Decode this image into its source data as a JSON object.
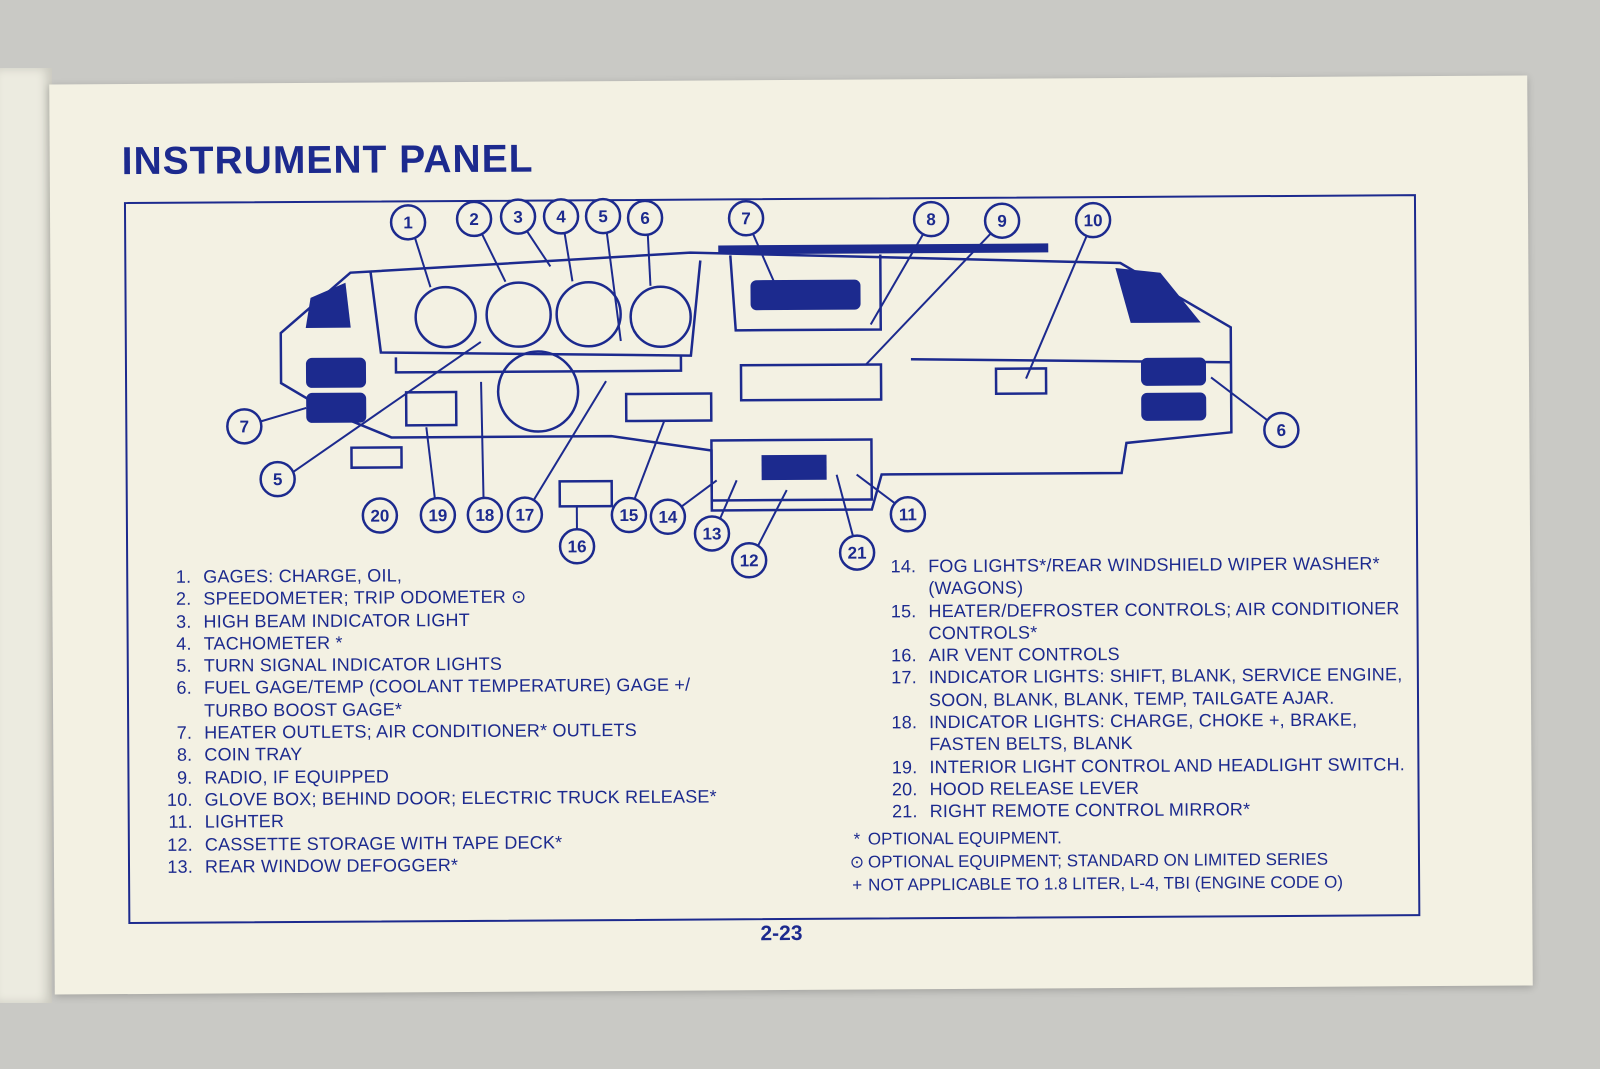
{
  "title": "INSTRUMENT PANEL",
  "page_number": "2-23",
  "callouts": [
    "1",
    "2",
    "3",
    "4",
    "5",
    "6",
    "7",
    "8",
    "9",
    "10",
    "7",
    "5",
    "20",
    "19",
    "18",
    "17",
    "16",
    "15",
    "14",
    "13",
    "12",
    "21",
    "11",
    "6"
  ],
  "legend_left": [
    {
      "num": "1.",
      "text": "GAGES: CHARGE, OIL,"
    },
    {
      "num": "2.",
      "text": "SPEEDOMETER; TRIP ODOMETER ⊙"
    },
    {
      "num": "3.",
      "text": "HIGH BEAM INDICATOR LIGHT"
    },
    {
      "num": "4.",
      "text": "TACHOMETER *"
    },
    {
      "num": "5.",
      "text": "TURN SIGNAL INDICATOR LIGHTS"
    },
    {
      "num": "6.",
      "text": "FUEL GAGE/TEMP (COOLANT TEMPERATURE) GAGE +/",
      "cont": "TURBO BOOST GAGE*"
    },
    {
      "num": "7.",
      "text": "HEATER OUTLETS; AIR CONDITIONER* OUTLETS"
    },
    {
      "num": "8.",
      "text": "COIN TRAY"
    },
    {
      "num": "9.",
      "text": "RADIO, IF EQUIPPED"
    },
    {
      "num": "10.",
      "text": "GLOVE BOX; BEHIND DOOR; ELECTRIC TRUCK RELEASE*"
    },
    {
      "num": "11.",
      "text": "LIGHTER"
    },
    {
      "num": "12.",
      "text": "CASSETTE STORAGE WITH TAPE DECK*"
    },
    {
      "num": "13.",
      "text": "REAR WINDOW DEFOGGER*"
    }
  ],
  "legend_right": [
    {
      "num": "14.",
      "text": "FOG LIGHTS*/REAR WINDSHIELD WIPER WASHER*",
      "cont": "(WAGONS)"
    },
    {
      "num": "15.",
      "text": "HEATER/DEFROSTER CONTROLS; AIR CONDITIONER",
      "cont": "CONTROLS*"
    },
    {
      "num": "16.",
      "text": "AIR VENT CONTROLS"
    },
    {
      "num": "17.",
      "text": "INDICATOR LIGHTS: SHIFT, BLANK, SERVICE ENGINE,",
      "cont": "SOON, BLANK, BLANK, TEMP, TAILGATE AJAR."
    },
    {
      "num": "18.",
      "text": "INDICATOR LIGHTS: CHARGE, CHOKE +, BRAKE,",
      "cont": "FASTEN BELTS, BLANK"
    },
    {
      "num": "19.",
      "text": "INTERIOR LIGHT CONTROL AND HEADLIGHT SWITCH."
    },
    {
      "num": "20.",
      "text": "HOOD RELEASE LEVER"
    },
    {
      "num": "21.",
      "text": "RIGHT REMOTE CONTROL MIRROR*"
    }
  ],
  "notes": [
    {
      "sym": "*",
      "text": "OPTIONAL EQUIPMENT."
    },
    {
      "sym": "⊙",
      "text": "OPTIONAL EQUIPMENT; STANDARD ON LIMITED SERIES"
    },
    {
      "sym": "+",
      "text": "NOT APPLICABLE TO 1.8 LITER, L-4, TBI (ENGINE CODE O)"
    }
  ],
  "colors": {
    "ink": "#1c2a8e",
    "paper": "#f3f1e3",
    "background": "#c9c9c5"
  }
}
